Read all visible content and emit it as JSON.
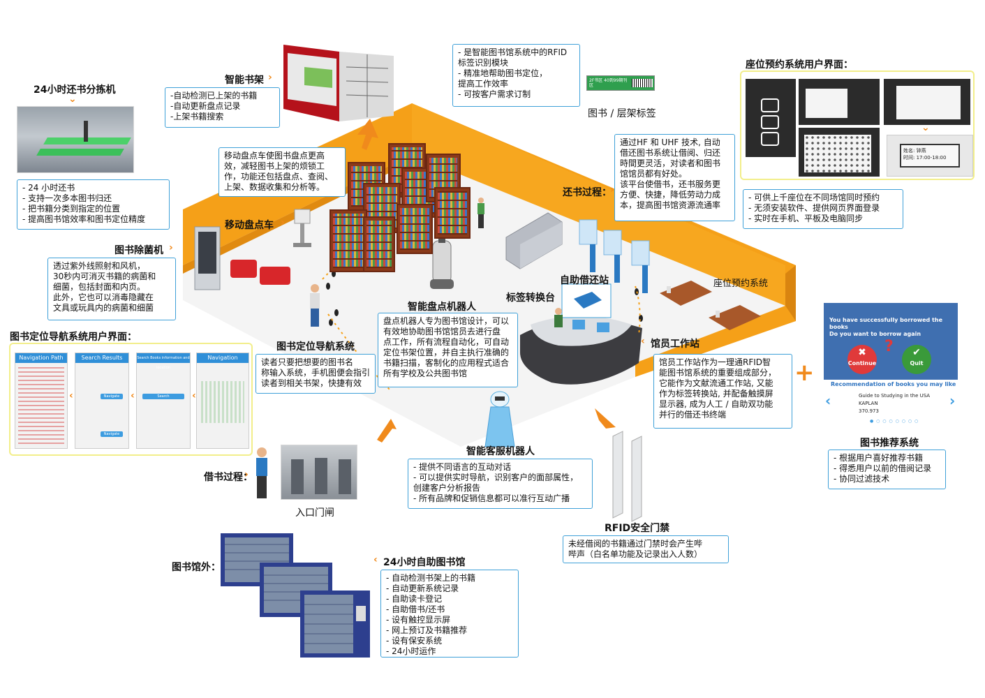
{
  "sorter": {
    "title": "24小时还书分拣机",
    "lines": [
      "- 24 小时还书",
      "- 支持一次多本图书归还",
      "- 把书籍分类到指定的位置",
      "- 提高图书馆效率和图书定位精度"
    ]
  },
  "smart_shelf": {
    "title": "智能书架",
    "lines": [
      "-自动检测已上架的书籍",
      "-自动更新盘点记录",
      "-上架书籍搜索"
    ]
  },
  "rfid_tag": {
    "lines": [
      "- 是智能图书馆系统中的RFID",
      "  标签识别模块",
      "- 精准地帮助图书定位，",
      "  提高工作效率",
      "- 可按客户需求订制"
    ],
    "label_text": "2F书区 40到99期刊区",
    "caption": "图书 / 层架标签"
  },
  "seat_ui": {
    "title": "座位预约系统用户界面：",
    "screen_texts": [
      "姓名: 钟燕",
      "时间: 17:00-18:00"
    ],
    "lines": [
      "- 可供上千座位在不同场馆同时预约",
      "- 无须安装软件、提供网页界面登录",
      "- 实时在手机、平板及电脑同步"
    ]
  },
  "inventory_cart": {
    "title": "移动盘点车",
    "lines": [
      "移动盘点车使图书盘点更高",
      "效，减轻图书上架的烦锁工",
      "作，功能还包括盘点、查阅、",
      "上架、数据收集和分析等。"
    ]
  },
  "return_process": {
    "title": "还书过程：",
    "lines": [
      "通过HF 和 UHF 技术, 自动",
      "借还图书系统让借阅、归还",
      "時間更灵活，对读者和图书",
      "馆馆员都有好处。",
      "该平台使借书，还书服务更",
      "方便、快捷，降低劳动力成",
      "本，提高图书馆资源流通率"
    ]
  },
  "sterilizer": {
    "title": "图书除菌机",
    "lines": [
      "透过紫外线照射和风机，",
      "30秒内可消灭书籍的病菌和",
      "细菌，包括封面和内页。",
      "此外，它也可以消毒隐藏在",
      "文具或玩具内的病菌和细菌"
    ]
  },
  "nav_ui": {
    "title": "图书定位导航系统用户界面：",
    "screens": [
      "Navigation Path",
      "Search Results",
      "Search Books information and location",
      "Navigation"
    ],
    "buttons": [
      "Navigate",
      "Navigate",
      "Search"
    ]
  },
  "nav_system": {
    "title": "图书定位导航系统",
    "lines": [
      "读者只要把想要的图书名",
      "称输入系统，手机图便会指引",
      "读者到相关书架，快捷有效"
    ]
  },
  "robot": {
    "title": "智能盘点机器人",
    "lines": [
      "盘点机器人专为图书馆设计，可以",
      "有效地协助图书馆馆员去进行盘",
      "点工作，所有流程自动化，可自动",
      "定位书架位置，并自主执行准确的",
      "书籍扫描，客制化的应用程式适合",
      "所有学校及公共图书馆"
    ]
  },
  "scene_labels": {
    "self_kiosk": "自助借还站",
    "tag_converter": "标签转换台",
    "seat_system": "座位预约系统",
    "staff_station": "馆员工作站"
  },
  "staff_station": {
    "lines": [
      "馆员工作站作为一理通RFID智",
      "能图书馆系统的重要组成部分，",
      "它能作为文献流通工作站, 又能",
      "作为标签转换站, 并配备触摸屏",
      "显示器, 成为人工 / 自助双功能",
      "并行的借还书终端"
    ]
  },
  "recommend_ui": {
    "msg1": "You have successfully borrowed the books",
    "msg2": "Do you want to borrow again",
    "continue": "Continue",
    "quit": "Quit",
    "rec_title": "Recommendation of books you may like",
    "book_title": "Guide to Studying in the USA",
    "book_pub": "KAPLAN",
    "book_code": "370.973",
    "plus": "+"
  },
  "recommend_system": {
    "title": "图书推荐系统",
    "lines": [
      "- 根据用户喜好推荐书籍",
      "- 得悉用户以前的借阅记录",
      "- 协同过滤技术"
    ]
  },
  "service_robot": {
    "title": "智能客服机器人",
    "lines": [
      "- 提供不同语言的互动对话",
      "- 可以提供实时导航，识别客户的面部属性，",
      "  创建客户分析报告",
      "- 所有品牌和促销信息都可以准行互动广播"
    ]
  },
  "borrow_process": {
    "title": "借书过程："
  },
  "entrance_gate": {
    "title": "入口门闸"
  },
  "rfid_gate": {
    "title": "RFID安全门禁",
    "lines": [
      "未经借阅的书籍通过门禁时会产生哔",
      "哔声（白名单功能及记录出入人数）"
    ]
  },
  "outside": {
    "title": "图书馆外："
  },
  "self_library": {
    "title": "24小时自助图书馆",
    "lines": [
      "- 自动检测书架上的书籍",
      "- 自动更新系统记录",
      "- 自助读卡登记",
      "- 自助借书/还书",
      "- 设有触控显示屏",
      "- 网上预订及书籍推荐",
      "- 设有保安系统",
      "- 24小时运作"
    ]
  },
  "colors": {
    "orange": "#f5a018",
    "blue_border": "#3ea0d8",
    "shelf": "#8a3a1a"
  }
}
